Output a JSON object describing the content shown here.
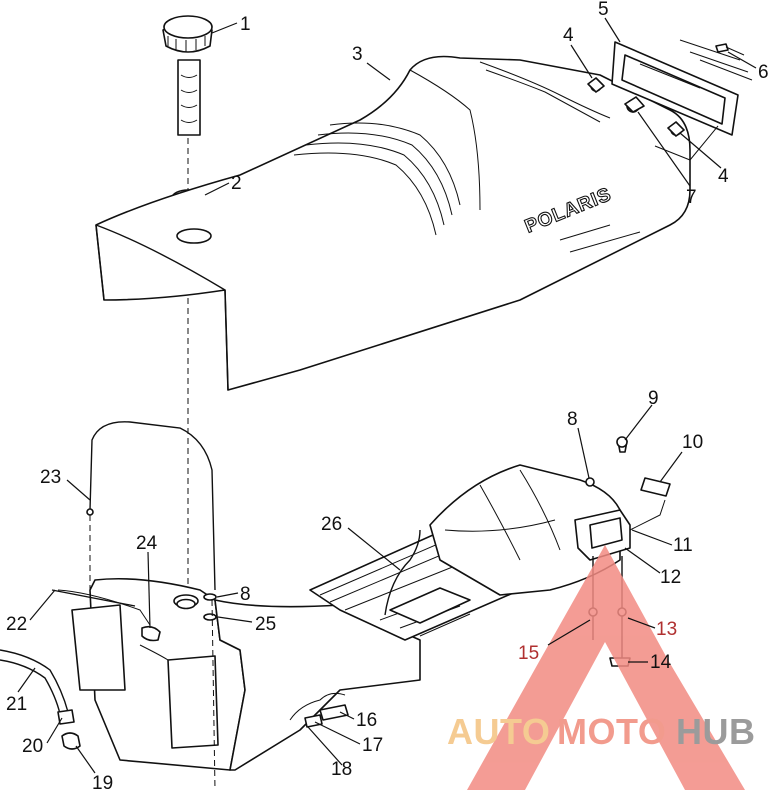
{
  "diagram": {
    "brand_label": "POLARIS",
    "callouts": [
      {
        "id": "1",
        "label": "1"
      },
      {
        "id": "2",
        "label": "2"
      },
      {
        "id": "3",
        "label": "3"
      },
      {
        "id": "4a",
        "label": "4"
      },
      {
        "id": "5",
        "label": "5"
      },
      {
        "id": "6",
        "label": "6"
      },
      {
        "id": "7",
        "label": "7"
      },
      {
        "id": "4b",
        "label": "4"
      },
      {
        "id": "8a",
        "label": "8"
      },
      {
        "id": "9",
        "label": "9"
      },
      {
        "id": "10",
        "label": "10"
      },
      {
        "id": "11",
        "label": "11"
      },
      {
        "id": "12",
        "label": "12"
      },
      {
        "id": "13",
        "label": "13"
      },
      {
        "id": "14",
        "label": "14"
      },
      {
        "id": "15",
        "label": "15"
      },
      {
        "id": "16",
        "label": "16"
      },
      {
        "id": "17",
        "label": "17"
      },
      {
        "id": "18",
        "label": "18"
      },
      {
        "id": "19",
        "label": "19"
      },
      {
        "id": "20",
        "label": "20"
      },
      {
        "id": "21",
        "label": "21"
      },
      {
        "id": "22",
        "label": "22"
      },
      {
        "id": "23",
        "label": "23"
      },
      {
        "id": "24",
        "label": "24"
      },
      {
        "id": "8b",
        "label": "8"
      },
      {
        "id": "25",
        "label": "25"
      },
      {
        "id": "26",
        "label": "26"
      }
    ]
  },
  "watermark": {
    "part1": "AUTO",
    "part2": "MOTO",
    "part3": "HUB",
    "colors": {
      "light": "#f4c27f",
      "mid": "#f08a7a",
      "dark": "#8a8a8a",
      "triangle": "#f28b82"
    }
  }
}
